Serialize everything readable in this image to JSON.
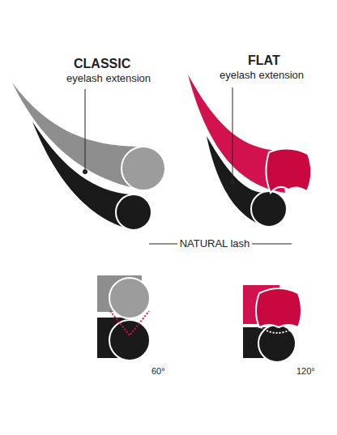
{
  "diagram": {
    "labels": [
      "CLASSIC",
      "eyelash extension",
      "FLAT",
      "eyelash extension",
      "NATURAL lash",
      "60°",
      "120°"
    ]
  }
}
